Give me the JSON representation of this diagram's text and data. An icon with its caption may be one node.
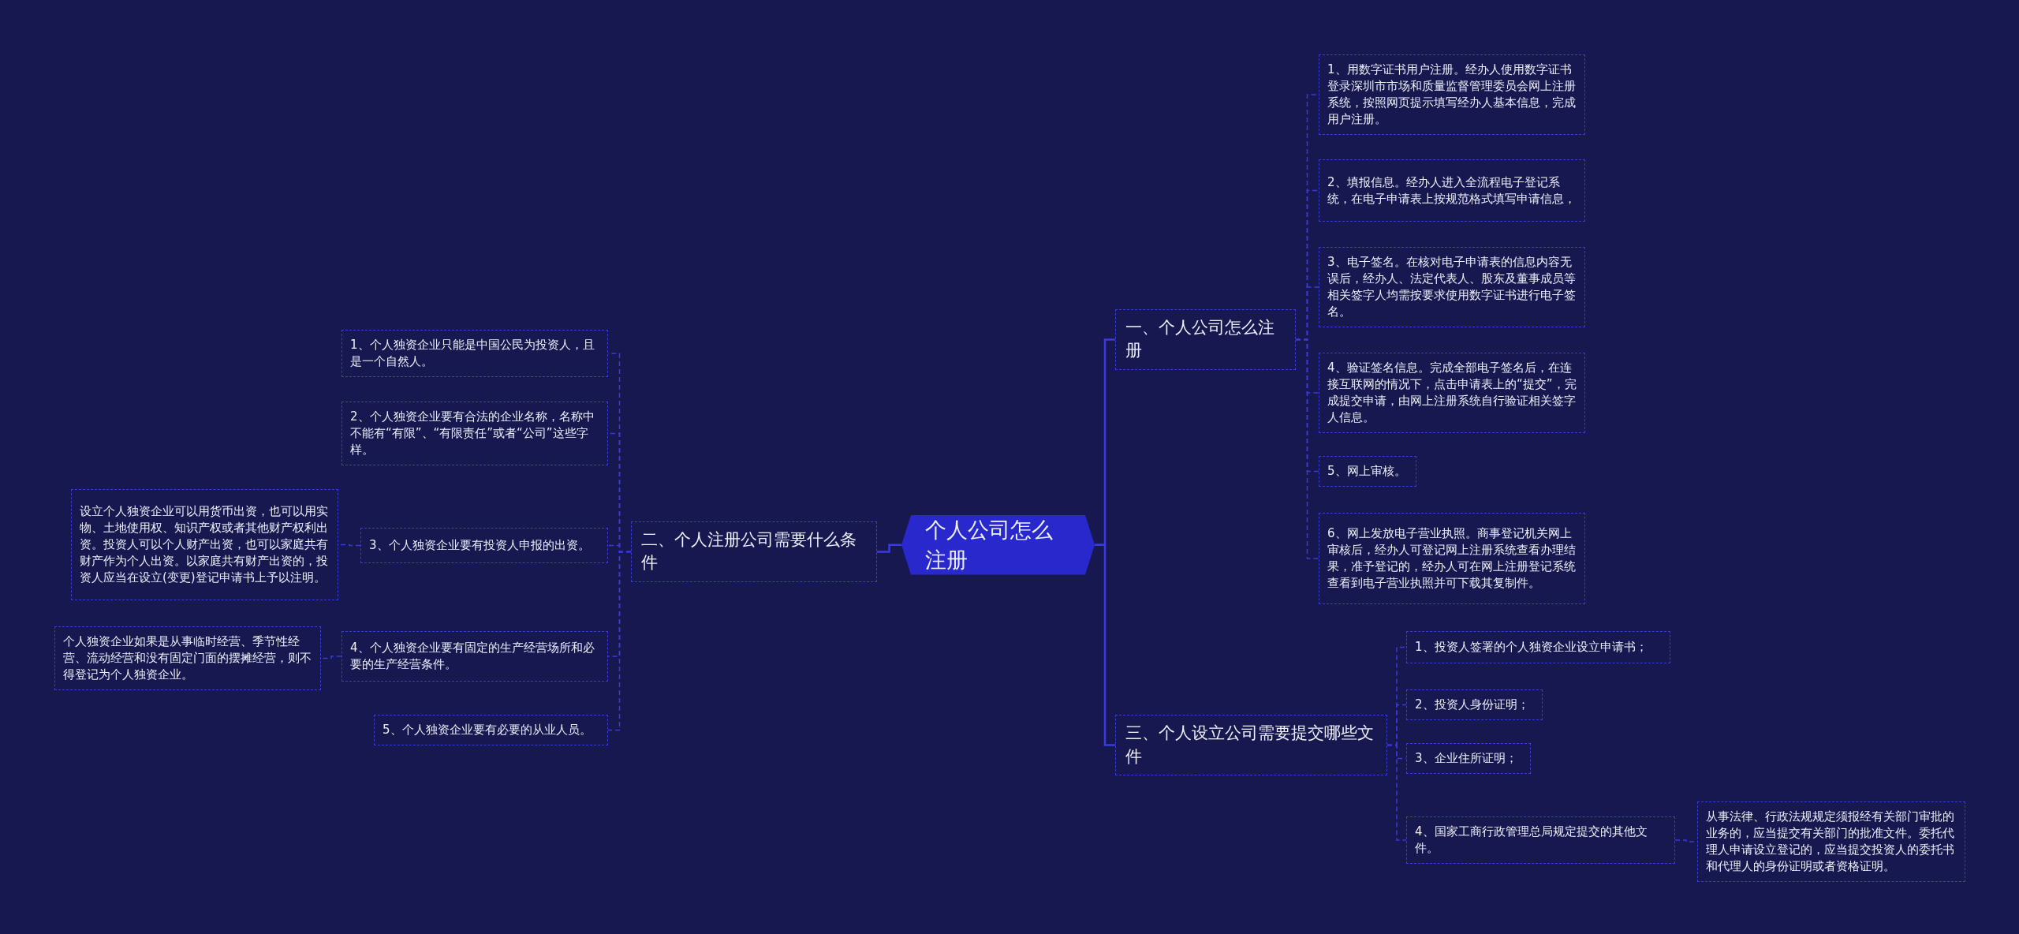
{
  "diagram": {
    "nodes": [
      {
        "text": [
          "个人公司怎么注册"
        ]
      },
      {
        "text": [
          "一、个人公司怎么注册"
        ]
      },
      {
        "text": [
          "1、用数字证书用户注册。经办人使用数字证书登录深圳市市场和质量监督管理委员会网上注册系统，按照网页提示填写经办人基本信息，完成用户注册。"
        ]
      },
      {
        "text": [
          "2、填报信息。经办人进入全流程电子登记系统，在电子申请表上按规范格式填写申请信息，"
        ]
      },
      {
        "text": [
          "3、电子签名。在核对电子申请表的信息内容无误后，经办人、法定代表人、股东及董事成员等相关签字人均需按要求使用数字证书进行电子签名。"
        ]
      },
      {
        "text": [
          "4、验证签名信息。完成全部电子签名后，在连接互联网的情况下，点击申请表上的“提交”，完成提交申请，由网上注册系统自行验证相关签字人信息。"
        ]
      },
      {
        "text": [
          "5、网上审核。"
        ]
      },
      {
        "text": [
          "6、网上发放电子营业执照。商事登记机关网上审核后，经办人可登记网上注册系统查看办理结果，准予登记的，经办人可在网上注册登记系统查看到电子营业执照并可下载其复制件。"
        ]
      },
      {
        "text": [
          "二、个人注册公司需要什么条件"
        ]
      },
      {
        "text": [
          "1、个人独资企业只能是中国公民为投资人，且是一个自然人。"
        ]
      },
      {
        "text": [
          "2、个人独资企业要有合法的企业名称，名称中不能有“有限”、“有限责任”或者“公司”这些字样。"
        ]
      },
      {
        "text": [
          "3、个人独资企业要有投资人申报的出资。"
        ]
      },
      {
        "text": [
          "设立个人独资企业可以用货币出资，也可以用实物、土地使用权、知识产权或者其他财产权利出资。投资人可以个人财产出资，也可以家庭共有财产作为个人出资。以家庭共有财产出资的，投资人应当在设立(变更)登记申请书上予以注明。"
        ]
      },
      {
        "text": [
          "4、个人独资企业要有固定的生产经营场所和必要的生产经营条件。"
        ]
      },
      {
        "text": [
          "个人独资企业如果是从事临时经营、季节性经营、流动经营和没有固定门面的摆摊经营，则不得登记为个人独资企业。"
        ]
      },
      {
        "text": [
          "5、个人独资企业要有必要的从业人员。"
        ]
      },
      {
        "text": [
          "三、个人设立公司需要提交哪些文件"
        ]
      },
      {
        "text": [
          "1、投资人签署的个人独资企业设立申请书；"
        ]
      },
      {
        "text": [
          "2、投资人身份证明；"
        ]
      },
      {
        "text": [
          "3、企业住所证明；"
        ]
      },
      {
        "text": [
          "4、国家工商行政管理总局规定提交的其他文件。"
        ]
      },
      {
        "text": [
          "从事法律、行政法规规定须报经有关部门审批的业务的，应当提交有关部门的批准文件。委托代理人申请设立登记的，应当提交投资人的委托书和代理人的身份证明或者资格证明。"
        ]
      }
    ],
    "edges": [
      {
        "from": 0,
        "to": 1,
        "arrow": "none"
      },
      {
        "from": 0,
        "to": 8,
        "arrow": "none"
      },
      {
        "from": 0,
        "to": 16,
        "arrow": "none"
      },
      {
        "from": 1,
        "to": 2,
        "arrow": "none",
        "style": "dashed"
      },
      {
        "from": 1,
        "to": 3,
        "arrow": "none",
        "style": "dashed"
      },
      {
        "from": 1,
        "to": 4,
        "arrow": "none",
        "style": "dashed"
      },
      {
        "from": 1,
        "to": 5,
        "arrow": "none",
        "style": "dashed"
      },
      {
        "from": 1,
        "to": 6,
        "arrow": "none",
        "style": "dashed"
      },
      {
        "from": 1,
        "to": 7,
        "arrow": "none",
        "style": "dashed"
      },
      {
        "from": 8,
        "to": 9,
        "arrow": "none",
        "style": "dashed"
      },
      {
        "from": 8,
        "to": 10,
        "arrow": "none",
        "style": "dashed"
      },
      {
        "from": 8,
        "to": 11,
        "arrow": "none",
        "style": "dashed"
      },
      {
        "from": 8,
        "to": 13,
        "arrow": "none",
        "style": "dashed"
      },
      {
        "from": 8,
        "to": 15,
        "arrow": "none",
        "style": "dashed"
      },
      {
        "from": 11,
        "to": 12,
        "arrow": "none",
        "style": "dashed"
      },
      {
        "from": 13,
        "to": 14,
        "arrow": "none",
        "style": "dashed"
      },
      {
        "from": 16,
        "to": 17,
        "arrow": "none",
        "style": "dashed"
      },
      {
        "from": 16,
        "to": 18,
        "arrow": "none",
        "style": "dashed"
      },
      {
        "from": 16,
        "to": 19,
        "arrow": "none",
        "style": "dashed"
      },
      {
        "from": 16,
        "to": 20,
        "arrow": "none",
        "style": "dashed"
      },
      {
        "from": 20,
        "to": 21,
        "arrow": "none",
        "style": "dashed"
      }
    ]
  }
}
